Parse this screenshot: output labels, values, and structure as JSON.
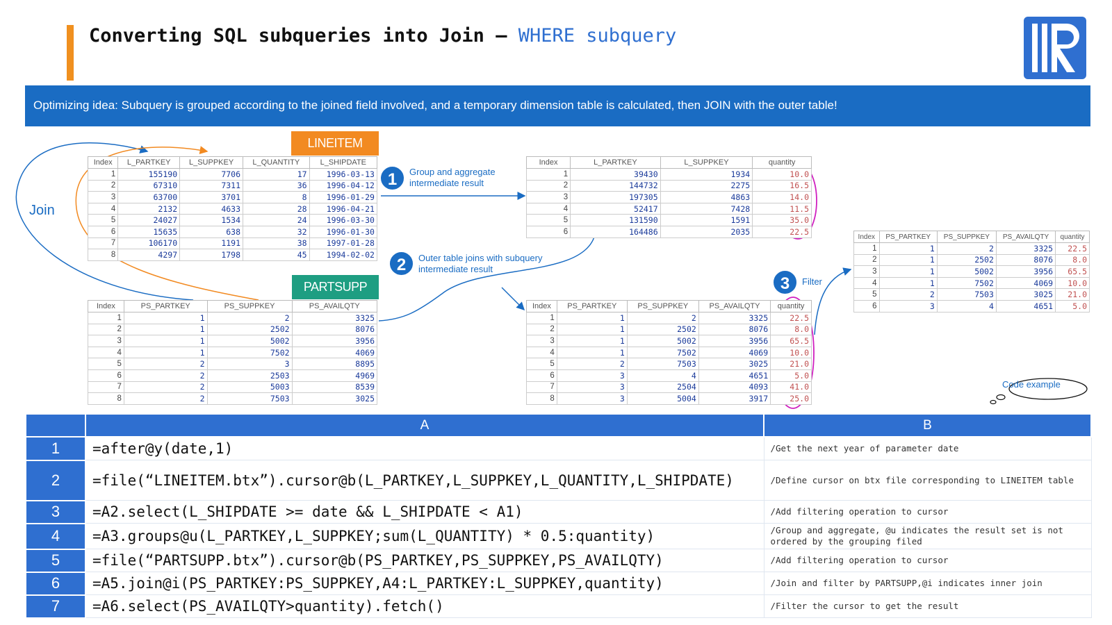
{
  "title": {
    "main": "Converting SQL subqueries into Join – ",
    "highlight": "WHERE subquery"
  },
  "banner_text": "Optimizing idea: Subquery is grouped according to the joined field involved, and a temporary dimension table is calculated, then JOIN with the outer  table!",
  "join_label": "Join",
  "steps": [
    {
      "num": "1",
      "note": "Group and aggregate intermediate result"
    },
    {
      "num": "2",
      "note": "Outer table joins with subquery intermediate result"
    },
    {
      "num": "3",
      "note": "Filter"
    }
  ],
  "lineitem": {
    "tag": "LINEITEM",
    "headers": [
      "Index",
      "L_PARTKEY",
      "L_SUPPKEY",
      "L_QUANTITY",
      "L_SHIPDATE"
    ],
    "rows": [
      [
        "1",
        "155190",
        "7706",
        "17",
        "1996-03-13"
      ],
      [
        "2",
        "67310",
        "7311",
        "36",
        "1996-04-12"
      ],
      [
        "3",
        "63700",
        "3701",
        "8",
        "1996-01-29"
      ],
      [
        "4",
        "2132",
        "4633",
        "28",
        "1996-04-21"
      ],
      [
        "5",
        "24027",
        "1534",
        "24",
        "1996-03-30"
      ],
      [
        "6",
        "15635",
        "638",
        "32",
        "1996-01-30"
      ],
      [
        "7",
        "106170",
        "1191",
        "38",
        "1997-01-28"
      ],
      [
        "8",
        "4297",
        "1798",
        "45",
        "1994-02-02"
      ]
    ]
  },
  "partsupp": {
    "tag": "PARTSUPP",
    "headers": [
      "Index",
      "PS_PARTKEY",
      "PS_SUPPKEY",
      "PS_AVAILQTY"
    ],
    "rows": [
      [
        "1",
        "1",
        "2",
        "3325"
      ],
      [
        "2",
        "1",
        "2502",
        "8076"
      ],
      [
        "3",
        "1",
        "5002",
        "3956"
      ],
      [
        "4",
        "1",
        "7502",
        "4069"
      ],
      [
        "5",
        "2",
        "3",
        "8895"
      ],
      [
        "6",
        "2",
        "2503",
        "4969"
      ],
      [
        "7",
        "2",
        "5003",
        "8539"
      ],
      [
        "8",
        "2",
        "7503",
        "3025"
      ]
    ]
  },
  "grouped": {
    "headers": [
      "Index",
      "L_PARTKEY",
      "L_SUPPKEY",
      "quantity"
    ],
    "rows": [
      [
        "1",
        "39430",
        "1934",
        "10.0"
      ],
      [
        "2",
        "144732",
        "2275",
        "16.5"
      ],
      [
        "3",
        "197305",
        "4863",
        "14.0"
      ],
      [
        "4",
        "52417",
        "7428",
        "11.5"
      ],
      [
        "5",
        "131590",
        "1591",
        "35.0"
      ],
      [
        "6",
        "164486",
        "2035",
        "22.5"
      ]
    ]
  },
  "joined": {
    "headers": [
      "Index",
      "PS_PARTKEY",
      "PS_SUPPKEY",
      "PS_AVAILQTY",
      "quantity"
    ],
    "rows": [
      [
        "1",
        "1",
        "2",
        "3325",
        "22.5"
      ],
      [
        "2",
        "1",
        "2502",
        "8076",
        "8.0"
      ],
      [
        "3",
        "1",
        "5002",
        "3956",
        "65.5"
      ],
      [
        "4",
        "1",
        "7502",
        "4069",
        "10.0"
      ],
      [
        "5",
        "2",
        "7503",
        "3025",
        "21.0"
      ],
      [
        "6",
        "3",
        "4",
        "4651",
        "5.0"
      ],
      [
        "7",
        "3",
        "2504",
        "4093",
        "41.0"
      ],
      [
        "8",
        "3",
        "5004",
        "3917",
        "25.0"
      ]
    ]
  },
  "result": {
    "headers": [
      "Index",
      "PS_PARTKEY",
      "PS_SUPPKEY",
      "PS_AVAILQTY",
      "quantity"
    ],
    "rows": [
      [
        "1",
        "1",
        "2",
        "3325",
        "22.5"
      ],
      [
        "2",
        "1",
        "2502",
        "8076",
        "8.0"
      ],
      [
        "3",
        "1",
        "5002",
        "3956",
        "65.5"
      ],
      [
        "4",
        "1",
        "7502",
        "4069",
        "10.0"
      ],
      [
        "5",
        "2",
        "7503",
        "3025",
        "21.0"
      ],
      [
        "6",
        "3",
        "4",
        "4651",
        "5.0"
      ]
    ]
  },
  "code_example_label": "Code example",
  "code": {
    "col_a": "A",
    "col_b": "B",
    "rows": [
      {
        "n": "1",
        "a": "=after@y(date,1)",
        "b": "/Get the next year of parameter date"
      },
      {
        "n": "2",
        "a": "=file(“LINEITEM.btx”).cursor@b(L_PARTKEY,L_SUPPKEY,L_QUANTITY,L_SHIPDATE)",
        "b": "/Define cursor on btx file corresponding to LINEITEM table"
      },
      {
        "n": "3",
        "a": "=A2.select(L_SHIPDATE >= date && L_SHIPDATE < A1)",
        "b": "/Add filtering operation to cursor"
      },
      {
        "n": "4",
        "a": "=A3.groups@u(L_PARTKEY,L_SUPPKEY;sum(L_QUANTITY) * 0.5:quantity)",
        "b": "/Group and aggregate, @u indicates the result set is not ordered by the grouping filed"
      },
      {
        "n": "5",
        "a": "=file(“PARTSUPP.btx”).cursor@b(PS_PARTKEY,PS_SUPPKEY,PS_AVAILQTY)",
        "b": "/Add filtering operation to cursor"
      },
      {
        "n": "6",
        "a": "=A5.join@i(PS_PARTKEY:PS_SUPPKEY,A4:L_PARTKEY:L_SUPPKEY,quantity)",
        "b": "/Join and filter by PARTSUPP,@i indicates inner join"
      },
      {
        "n": "7",
        "a": "=A6.select(PS_AVAILQTY>quantity).fetch()",
        "b": "/Filter the cursor to get the result"
      }
    ]
  },
  "colors": {
    "accent_blue": "#1a6cc3",
    "title_bar": "#f0901f",
    "tag_orange": "#f28a21",
    "tag_green": "#1e9e82",
    "circle_magenta": "#d020c0",
    "dash_red": "#e02020",
    "dash_green": "#20a070"
  }
}
